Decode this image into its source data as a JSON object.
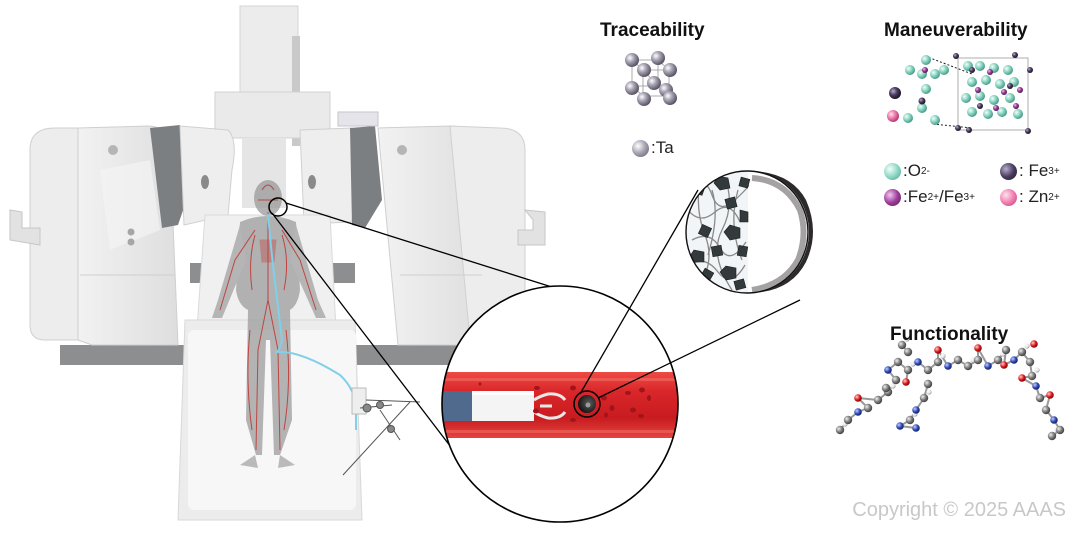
{
  "panels": {
    "traceability": {
      "title": "Traceability",
      "legend": [
        {
          "symbol": "Ta",
          "label": ":Ta",
          "color": "#9a96a6"
        }
      ]
    },
    "maneuverability": {
      "title": "Maneuverability",
      "legend": [
        {
          "label_base": ":O",
          "label_sup": "2-",
          "color": "#8fd8c6"
        },
        {
          "label_base": ": Fe",
          "label_sup": "3+",
          "color": "#4a3d5e"
        },
        {
          "label_base": ":Fe",
          "label_sup": "2+",
          "label_mid": "/Fe",
          "label_sup2": "3+",
          "color": "#9b3d9a"
        },
        {
          "label_base": ": Zn",
          "label_sup": "2+",
          "color": "#f07fb0"
        }
      ]
    },
    "functionality": {
      "title": "Functionality"
    }
  },
  "colors": {
    "vessel": "#d9262a",
    "catheter": "#4f6a8c",
    "machine": "#e6e6e6",
    "machine_dark": "#8c8e90",
    "guidewire": "#7fd0e8",
    "robot_dark": "#2a2a2a"
  },
  "footer": {
    "copyright": "Copyright © 2025 AAAS"
  }
}
